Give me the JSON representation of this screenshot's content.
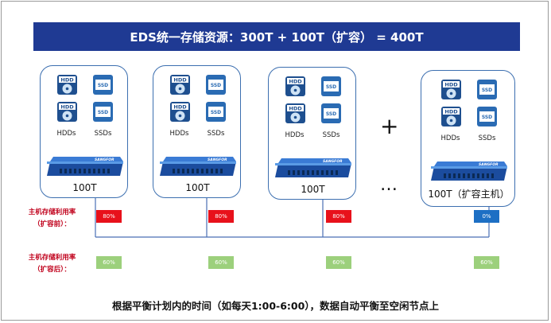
{
  "title": "EDS统一存储资源：300T + 100T（扩容） = 400T",
  "hdd_label": "HDD",
  "ssd_label": "SSD",
  "brand": "SANGFOR",
  "nodes": [
    {
      "hdds": "HDDs",
      "ssds": "SSDs",
      "capacity": "100T",
      "before": "80%",
      "after": "60%"
    },
    {
      "hdds": "HDDs",
      "ssds": "SSDs",
      "capacity": "100T",
      "before": "80%",
      "after": "60%"
    },
    {
      "hdds": "HDDs",
      "ssds": "SSDs",
      "capacity": "100T",
      "before": "80%",
      "after": "60%"
    },
    {
      "hdds": "HDDs",
      "ssds": "SSDs",
      "capacity": "100T（扩容主机）",
      "before": "0%",
      "after": "60%"
    }
  ],
  "plus": "+",
  "ellipsis": "…",
  "row_before": {
    "line1": "主机存储利用率",
    "line2": "（扩容前）："
  },
  "row_after": {
    "line1": "主机存储利用率",
    "line2": "（扩容后）："
  },
  "footer": "根据平衡计划内的时间（如每天1:00-6:00），数据自动平衡至空闲节点上",
  "colors": {
    "banner": "#1f3a93",
    "card_border": "#3c6fb0",
    "before_full": "#e8111b",
    "before_empty": "#1d6fc4",
    "after": "#9cd07c",
    "row_label": "#c0001b",
    "connector": "#4a6fb5"
  }
}
